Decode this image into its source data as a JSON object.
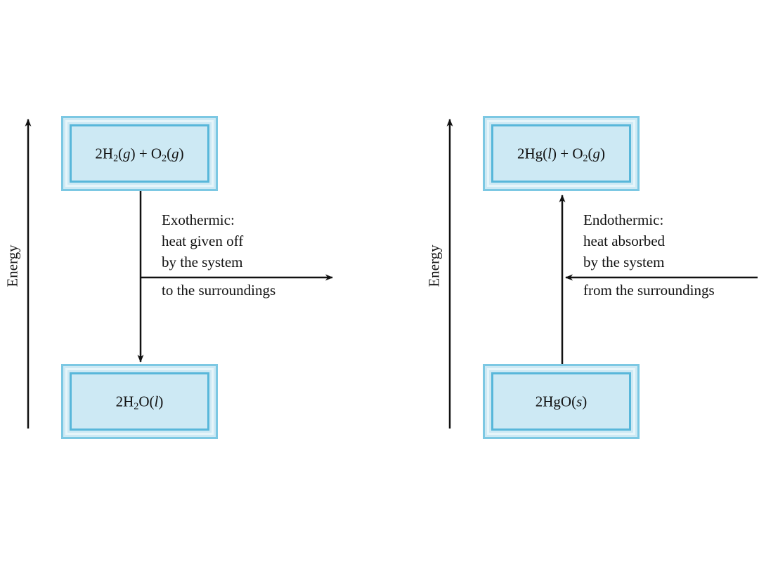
{
  "left_diagram": {
    "axis_label": "Energy",
    "top_state": {
      "prefix": "2H",
      "sub1": "2",
      "mid1": "(",
      "phase1": "g",
      "mid2": ") + O",
      "sub2": "2",
      "mid3": "(",
      "phase2": "g",
      "suffix": ")"
    },
    "bottom_state": {
      "prefix": "2H",
      "sub1": "2",
      "mid1": "O(",
      "phase1": "l",
      "suffix": ")"
    },
    "process_lines": [
      "Exothermic:",
      "heat given off",
      "by the system"
    ],
    "surroundings_text": "to the surroundings"
  },
  "right_diagram": {
    "axis_label": "Energy",
    "top_state": {
      "prefix": "2Hg(",
      "phase1": "l",
      "mid1": ") + O",
      "sub1": "2",
      "mid2": "(",
      "phase2": "g",
      "suffix": ")"
    },
    "bottom_state": {
      "prefix": "2HgO(",
      "phase1": "s",
      "suffix": ")"
    },
    "process_lines": [
      "Endothermic:",
      "heat absorbed",
      "by the system"
    ],
    "surroundings_text": "from the surroundings"
  },
  "colors": {
    "box_fill": "#cde9f4",
    "box_outer_border": "#7cc8e3",
    "box_inner_border": "#58b7da",
    "arrow": "#111111"
  }
}
